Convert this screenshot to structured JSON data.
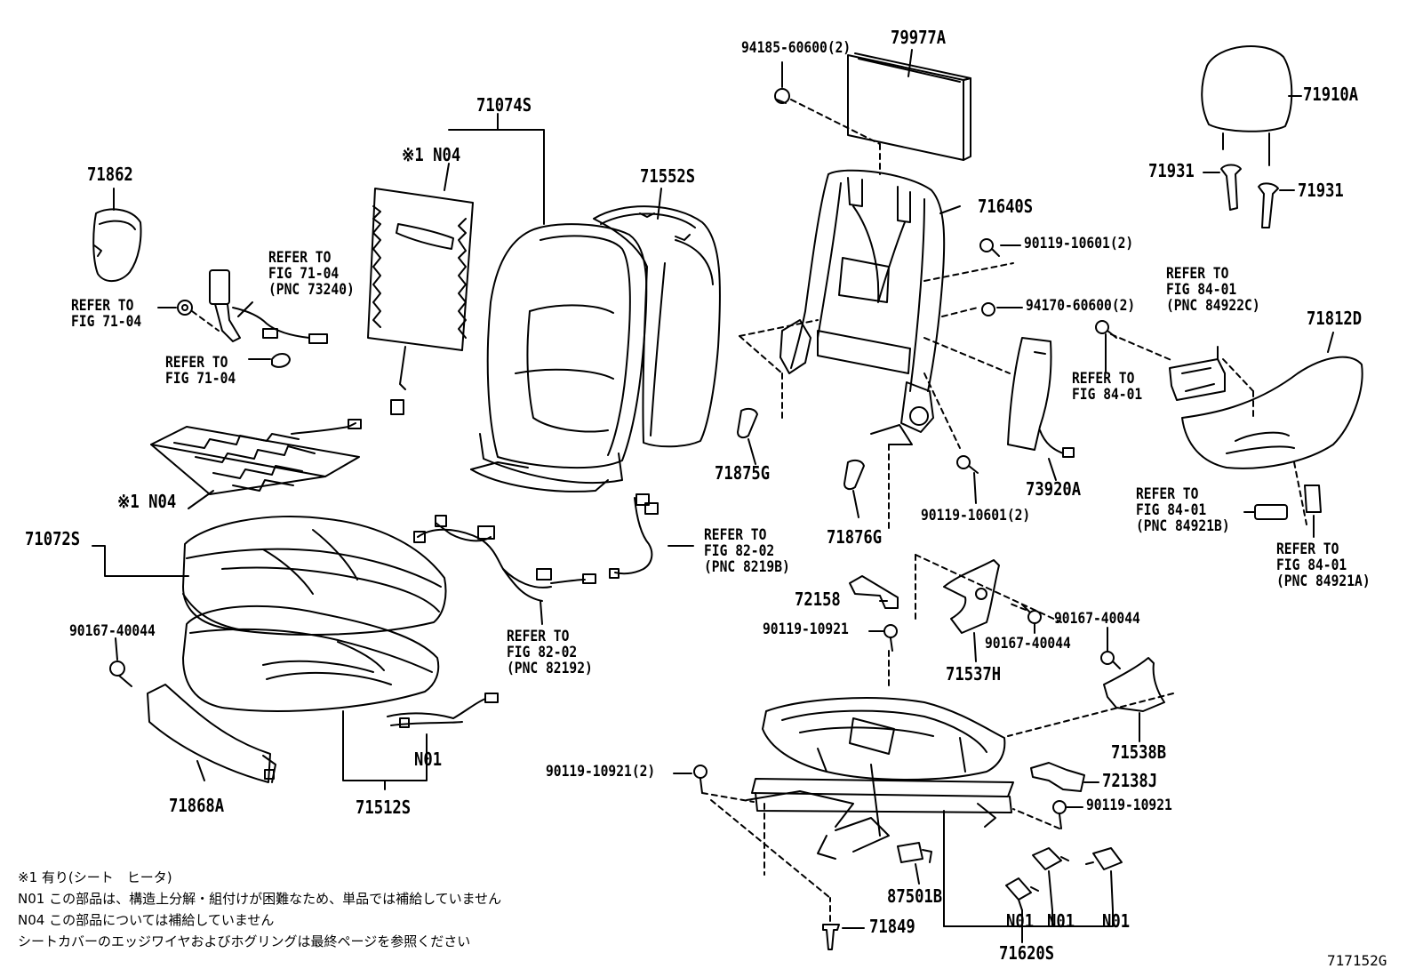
{
  "parts": {
    "p71862": "71862",
    "p71074S": "71074S",
    "p71552S": "71552S",
    "p79977A": "79977A",
    "p71910A": "71910A",
    "p94185": "94185-60600(2)",
    "n04_top": "※1 N04",
    "p71640S": "71640S",
    "p90119_a": "90119-10601(2)",
    "p94170": "94170-60600(2)",
    "p71931_l": "71931",
    "p71931_r": "71931",
    "p71812D": "71812D",
    "p71875G": "71875G",
    "p73920A": "73920A",
    "p71876G": "71876G",
    "p90119_b": "90119-10601(2)",
    "n04_mid": "※1 N04",
    "p71072S": "71072S",
    "p72158": "72158",
    "p90119_10921_a": "90119-10921",
    "p90167_a": "90167-40044",
    "p90167_b": "90167-40044",
    "p90167_c": "90167-40044",
    "p71537H": "71537H",
    "p71538B": "71538B",
    "n01_a": "N01",
    "p71868A": "71868A",
    "p71512S": "71512S",
    "p90119_10921_2": "90119-10921(2)",
    "p72138J": "72138J",
    "p90119_10921_b": "90119-10921",
    "p87501B": "87501B",
    "p71849": "71849",
    "n01_b": "N01",
    "n01_c": "N01",
    "n01_d": "N01",
    "p71620S": "71620S"
  },
  "refs": {
    "r1": "REFER TO\nFIG 71-04\n(PNC 73240)",
    "r2": "REFER TO\nFIG 71-04",
    "r3": "REFER TO\nFIG 71-04",
    "r4": "REFER TO\nFIG 84-01\n(PNC 84922C)",
    "r5": "REFER TO\nFIG 84-01",
    "r6": "REFER TO\nFIG 82-02\n(PNC 8219B)",
    "r7": "REFER TO\nFIG 82-02\n(PNC 82192)",
    "r8": "REFER TO\nFIG 84-01\n(PNC 84921B)",
    "r9": "REFER TO\nFIG 84-01\n(PNC 84921A)"
  },
  "notes": [
    "※1 有り(シート　ヒータ)",
    "N01 この部品は、構造上分解・組付けが困難なため、単品では補給していません",
    "N04 この部品については補給していません",
    "シートカバーのエッジワイヤおよびホグリングは最終ページを参照ください"
  ],
  "figure_id": "717152G"
}
